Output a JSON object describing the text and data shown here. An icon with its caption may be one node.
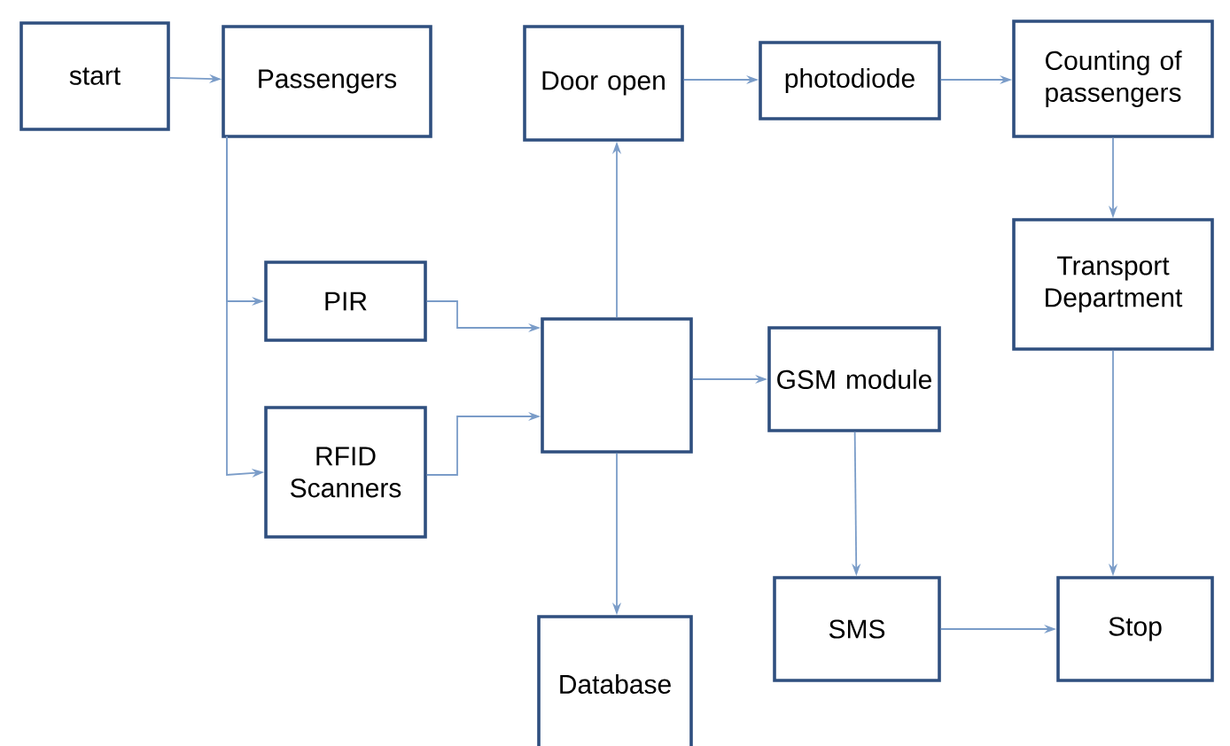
{
  "diagram": {
    "nodes": [
      {
        "text": [
          "start"
        ]
      },
      {
        "text": [
          "Passengers"
        ]
      },
      {
        "text": [
          "Door open"
        ]
      },
      {
        "text": [
          "photodiode"
        ]
      },
      {
        "text": [
          "Counting of passengers"
        ]
      },
      {
        "text": [
          "PIR"
        ]
      },
      {
        "text": [],
        "shape": "box"
      },
      {
        "text": [
          "GSM module"
        ]
      },
      {
        "text": [
          "Transport Department"
        ]
      },
      {
        "text": [
          "RFID Scanners"
        ]
      },
      {
        "text": [
          "SMS"
        ]
      },
      {
        "text": [
          "Stop"
        ]
      },
      {
        "text": [
          "Database"
        ]
      }
    ],
    "edges": [
      {
        "from": 0,
        "to": 1,
        "arrow": "to"
      },
      {
        "from": 1,
        "to": 5,
        "arrow": "to"
      },
      {
        "from": 1,
        "to": 9,
        "arrow": "to"
      },
      {
        "from": 5,
        "to": 6,
        "arrow": "to"
      },
      {
        "from": 9,
        "to": 6,
        "arrow": "to"
      },
      {
        "from": 6,
        "to": 2,
        "arrow": "to"
      },
      {
        "from": 2,
        "to": 3,
        "arrow": "to"
      },
      {
        "from": 3,
        "to": 4,
        "arrow": "to"
      },
      {
        "from": 4,
        "to": 8,
        "arrow": "to"
      },
      {
        "from": 8,
        "to": 11,
        "arrow": "to"
      },
      {
        "from": 6,
        "to": 7,
        "arrow": "to"
      },
      {
        "from": 7,
        "to": 10,
        "arrow": "to"
      },
      {
        "from": 10,
        "to": 11,
        "arrow": "to"
      },
      {
        "from": 6,
        "to": 12,
        "arrow": "to"
      }
    ]
  }
}
